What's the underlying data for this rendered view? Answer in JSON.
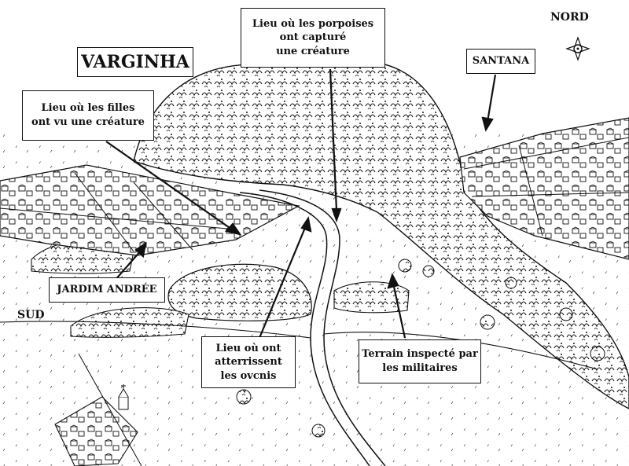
{
  "map": {
    "title": "VARGINHA",
    "north_label": "NORD",
    "south_label": "SUD",
    "places": {
      "santana": "SANTANA",
      "jardim": "JARDIM ANDRÉE"
    },
    "callouts": {
      "porpoises": "Lieu où les porpoises\nont capturé\nune créature",
      "girls": "Lieu où les filles\nont vu une créature",
      "landing": "Lieu où ont\natterrissent\nles ovcnis",
      "terrain": "Terrain inspecté par\nles militaires"
    },
    "colors": {
      "ink": "#111111",
      "paper": "#ffffff"
    }
  }
}
